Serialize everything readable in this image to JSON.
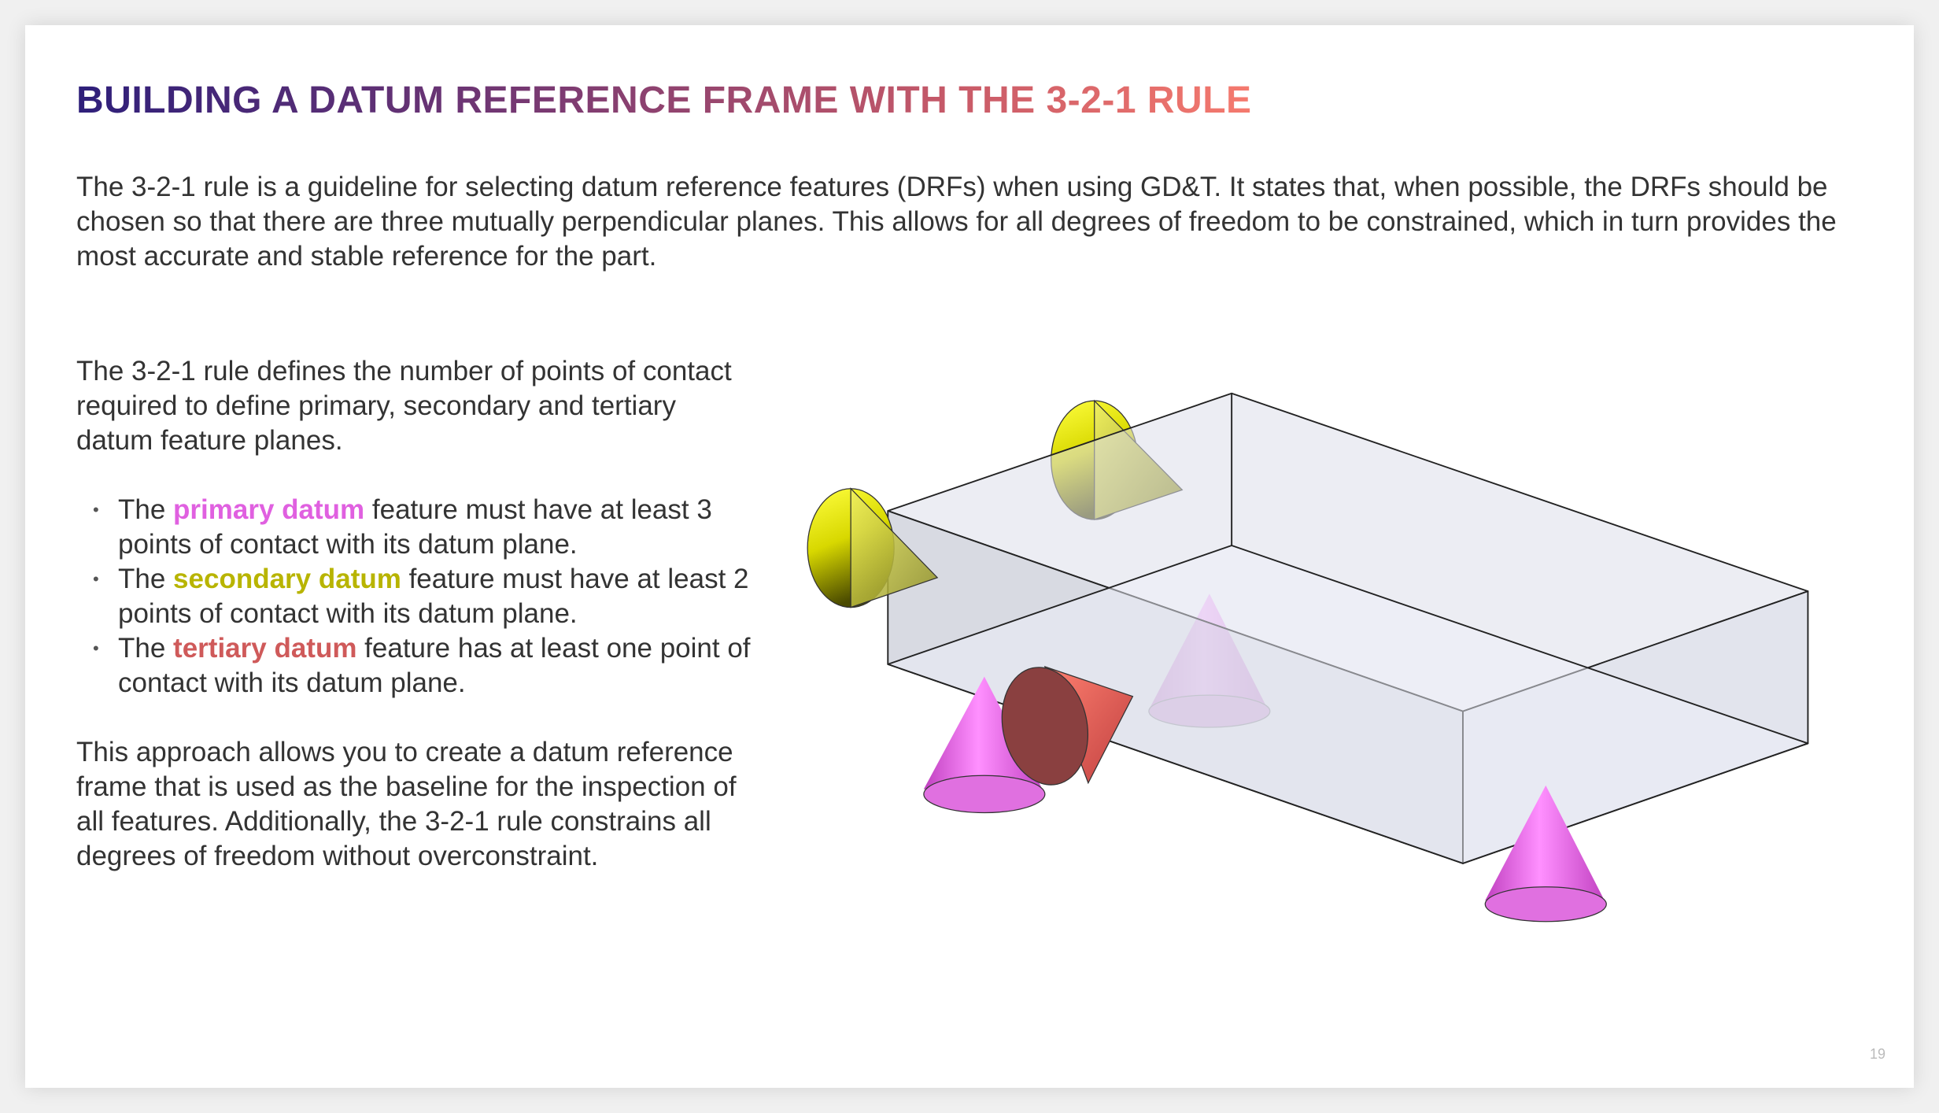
{
  "title": "BUILDING A DATUM REFERENCE FRAME WITH THE 3-2-1 RULE",
  "intro": "The 3-2-1 rule is a guideline for selecting datum reference features (DRFs) when using GD&T. It states that, when possible, the DRFs should be chosen so that there are three mutually perpendicular planes. This allows for all degrees of freedom to be constrained, which in turn provides the most accurate and stable reference for the part.",
  "left": {
    "para1": "The 3-2-1 rule defines the number of points of contact required to define primary, secondary and tertiary datum feature planes.",
    "bullets": [
      {
        "pre": "The ",
        "highlight": "primary datum",
        "post": " feature must have at least 3 points of contact with its datum plane."
      },
      {
        "pre": "The ",
        "highlight": "secondary datum",
        "post": " feature must have at least 2 points of contact with its datum plane."
      },
      {
        "pre": "The ",
        "highlight": "tertiary datum",
        "post": " feature has at least one point of contact with its datum plane."
      }
    ],
    "para2": "This approach allows you to create a datum reference frame that is used as the baseline for the inspection of all features. Additionally, the 3-2-1 rule constrains all degrees of freedom without overconstraint."
  },
  "colors": {
    "primary": "#e060e0",
    "secondary": "#b8b400",
    "tertiary": "#cf5a5a"
  },
  "page_number": "19"
}
